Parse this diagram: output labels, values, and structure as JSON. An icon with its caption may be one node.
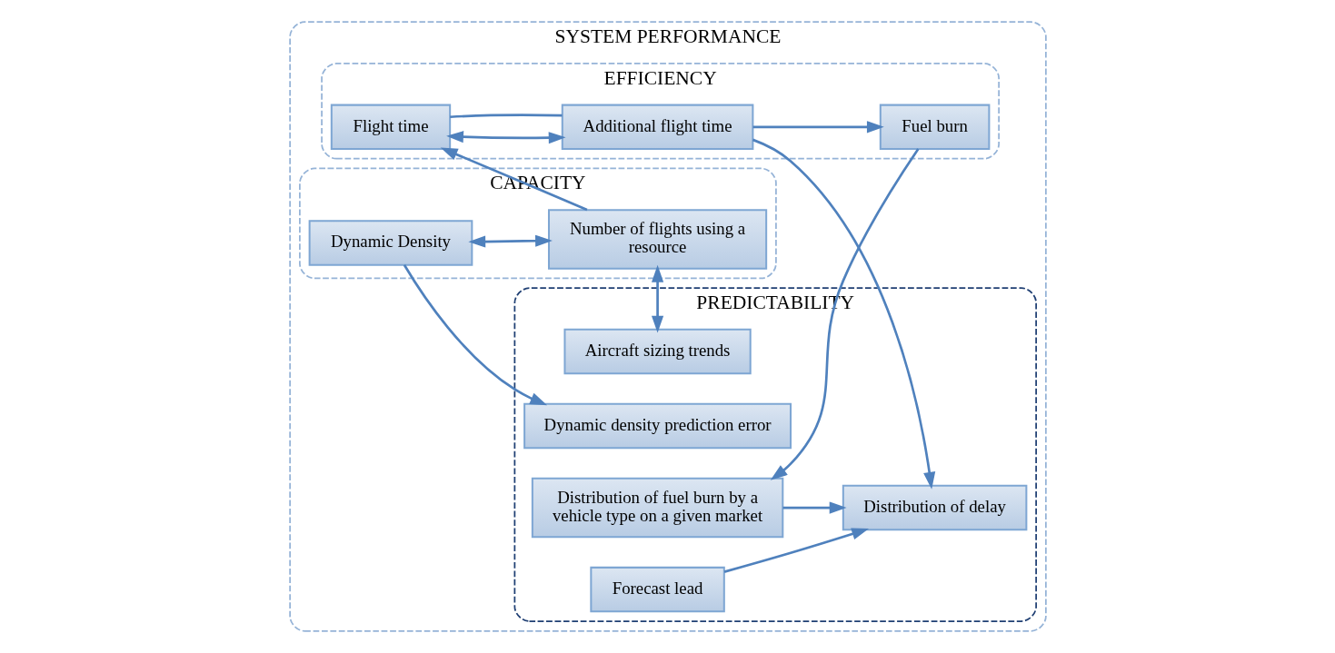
{
  "diagram": {
    "nodes": [
      {
        "text": [
          "SYSTEM PERFORMANCE"
        ]
      },
      {
        "text": [
          "EFFICIENCY"
        ],
        "in": 0
      },
      {
        "text": [
          "Flight time"
        ],
        "in": 1
      },
      {
        "text": [
          "Additional flight time"
        ],
        "in": 1
      },
      {
        "text": [
          "Fuel burn"
        ],
        "in": 1
      },
      {
        "text": [
          "PREDICTABILITY"
        ],
        "in": 0
      },
      {
        "text": [
          "Distribution of delay"
        ],
        "in": 5
      },
      {
        "text": [
          "Dynamic density prediction error"
        ],
        "in": 5
      },
      {
        "text": [
          "Aircraft sizing trends"
        ],
        "in": 5
      },
      {
        "text": [
          "Distribution of fuel burn by a vehicle type on a given market"
        ],
        "in": 5
      },
      {
        "text": [
          "Forecast lead"
        ],
        "in": 5
      },
      {
        "text": [
          "CAPACITY"
        ],
        "in": 0
      },
      {
        "text": [
          "Dynamic Density"
        ],
        "in": 11
      },
      {
        "text": [
          "Number of flights using a resource"
        ],
        "in": 11
      }
    ],
    "edges": [
      {
        "from": 3,
        "to": 6,
        "arrow": "to"
      },
      {
        "from": 2,
        "to": 3,
        "arrow": "both"
      },
      {
        "from": 2,
        "to": 3,
        "arrow": "none"
      },
      {
        "from": 3,
        "to": 4,
        "arrow": "to"
      },
      {
        "from": 4,
        "to": 9,
        "arrow": "to"
      },
      {
        "from": 13,
        "to": 2,
        "arrow": "to"
      },
      {
        "from": 12,
        "to": 7,
        "arrow": "to"
      },
      {
        "from": 12,
        "to": 13,
        "arrow": "both"
      },
      {
        "from": 8,
        "to": 13,
        "arrow": "both"
      },
      {
        "from": 9,
        "to": 6,
        "arrow": "to"
      },
      {
        "from": 10,
        "to": 6,
        "arrow": "to"
      }
    ]
  }
}
